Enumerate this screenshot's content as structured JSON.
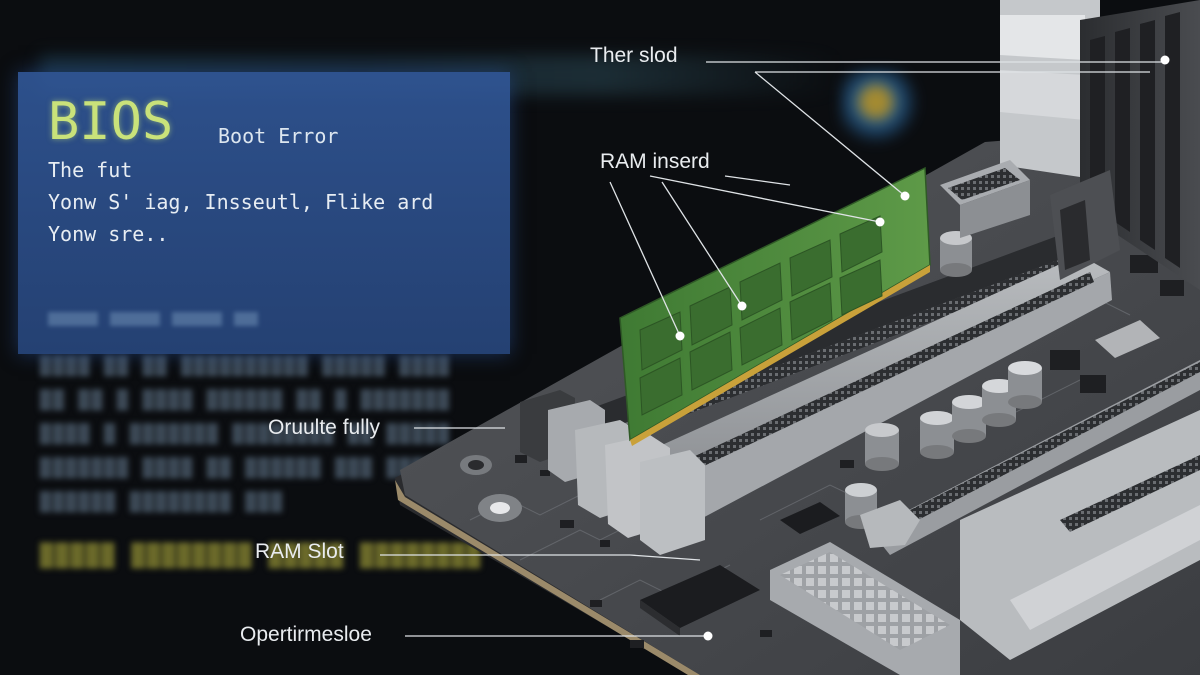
{
  "bios_panel": {
    "title": "BIOS",
    "subtitle": "Boot Error",
    "lines": [
      "The fut",
      "Yonw S' iag, Insseutl, Flike ard",
      "Yonw sre.."
    ]
  },
  "annotations": {
    "ther_slod": "Ther slod",
    "ram_inserd": "RAM inserd",
    "oruulte_fully": "Oruulte fully",
    "ram_slot": "RAM Slot",
    "opertirmesloe": "Opertirmesloe"
  },
  "colors": {
    "pcb": "#4a4c50",
    "ram_module": "#4e8a3e",
    "bios_panel": "#30569a",
    "bios_title": "#c9e27a"
  }
}
